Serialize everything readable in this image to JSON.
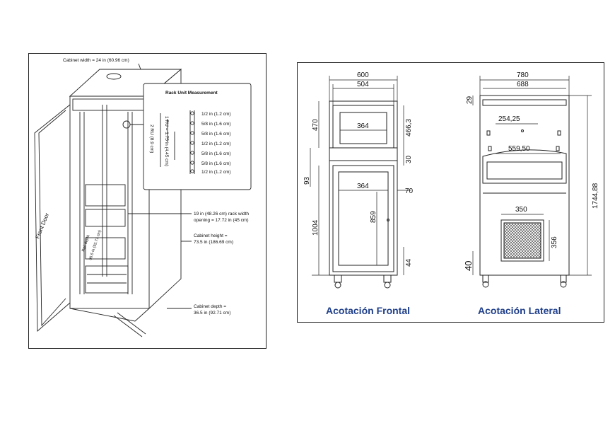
{
  "left": {
    "cabinet_width": "Cabinet width = 24 in (60.96 cm)",
    "rack_unit_title": "Rack Unit Measurement",
    "rack_rows": [
      "1/2 in (1.2 cm)",
      "5/8 in (1.6 cm)",
      "5/8 in (1.6 cm)",
      "1/2 in (1.2 cm)",
      "5/8 in (1.6 cm)",
      "5/8 in (1.6 cm)",
      "1/2 in (1.2 cm)"
    ],
    "ru_side_1": "1 RU = 1.75 in (4.45 cm)",
    "ru_side_2": "2 RU (8.9 cm)",
    "rack_width_1": "19 in (48.26 cm) rack width",
    "rack_width_2": "opening = 17.72 in (45 cm)",
    "height_1": "Cabinet height =",
    "height_2": "73.5 in (186.69 cm)",
    "depth_1": "Cabinet depth =",
    "depth_2": "36.5 in (92.71 cm)",
    "front_door": "Front Door",
    "rail_label_1": "Rail depth",
    "rail_label_2": "36.5 in (92.71 cm)"
  },
  "right": {
    "front": {
      "w_outer": "600",
      "w_inner": "504",
      "h_top": "470",
      "h_top_inner": "466,3",
      "screen_w": "364",
      "gap": "30",
      "h_93": "93",
      "door_w": "364",
      "side_70": "70",
      "h_bottom": "1004",
      "door_h": "859",
      "h_44": "44",
      "caption": "Acotación Frontal"
    },
    "side": {
      "w_outer": "780",
      "w_inner": "688",
      "h_29": "29",
      "w_254": "254,25",
      "w_559": "559,50",
      "h_total": "1744,88",
      "vent_w": "350",
      "vent_h": "356",
      "h_40": "40",
      "caption": "Acotación Lateral"
    }
  }
}
